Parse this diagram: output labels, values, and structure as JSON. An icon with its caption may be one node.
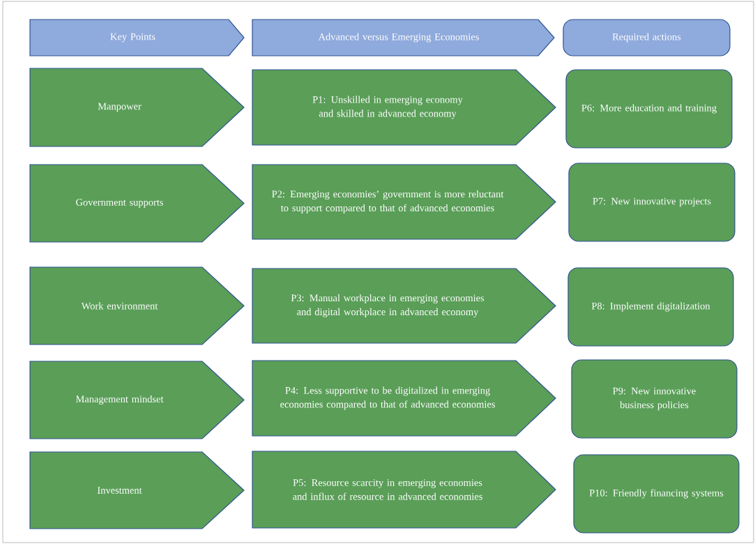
{
  "diagram": {
    "nodes": [
      {
        "text": [
          "Key Points"
        ]
      },
      {
        "text": [
          "Advanced versus Emerging Economies"
        ]
      },
      {
        "text": [
          "Required actions"
        ]
      },
      {
        "text": [
          "Manpower"
        ]
      },
      {
        "text": [
          "P1: Unskilled in emerging economy and skilled in advanced economy"
        ]
      },
      {
        "text": [
          "P6: More education and training"
        ]
      },
      {
        "text": [
          "Government supports"
        ]
      },
      {
        "text": [
          "P2: Emerging economies’ government is more reluctant to support compared to that of advanced economies"
        ]
      },
      {
        "text": [
          "P7: New innovative projects"
        ]
      },
      {
        "text": [
          "Work environment"
        ]
      },
      {
        "text": [
          "P3: Manual workplace in emerging economies and digital workplace in advanced economy"
        ]
      },
      {
        "text": [
          "P8: Implement digitalization"
        ]
      },
      {
        "text": [
          "Management mindset"
        ]
      },
      {
        "text": [
          "P4: Less supportive to be digitalized in emerging economies compared to that of advanced economies"
        ]
      },
      {
        "text": [
          "P9: New innovative business policies"
        ]
      },
      {
        "text": [
          "Investment"
        ]
      },
      {
        "text": [
          "P5: Resource scarcity in emerging economies and influx of resource in advanced economies"
        ]
      },
      {
        "text": [
          "P10: Friendly financing systems"
        ]
      }
    ]
  }
}
